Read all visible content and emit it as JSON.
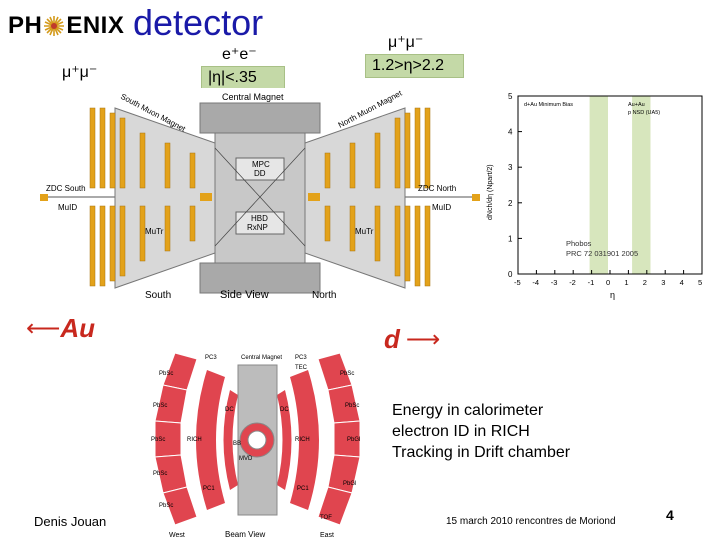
{
  "logo": {
    "left": "PH",
    "right": "ENIX"
  },
  "title": "detector",
  "labels": {
    "mumu_left": "μ⁺μ⁻",
    "ee": "e⁺e⁻",
    "eta_central": "|η|<.35",
    "mumu_right": "μ⁺μ⁻",
    "eta_forward": "1.2>η>2.2"
  },
  "side_view": {
    "south_muon_magnet": "South Muon Magnet",
    "north_muon_magnet": "North Muon Magnet",
    "central_magnet": "Central Magnet",
    "mpc": "MPC",
    "dd": "DD",
    "hbd": "HBD",
    "rxnp": "RxNP",
    "zdc_south": "ZDC South",
    "zdc_north": "ZDC North",
    "muid_left": "MuID",
    "muid_right": "MuID",
    "mutr_left": "MuTr",
    "mutr_right": "MuTr",
    "south": "South",
    "side_view_caption": "Side View",
    "north": "North"
  },
  "beams": {
    "au": "Au",
    "d": "d"
  },
  "plot": {
    "ylabel": "dNch/dη (Npart/2)",
    "xlabel": "η",
    "yticks": [
      "0",
      "1",
      "2",
      "3",
      "4",
      "5"
    ],
    "xticks": [
      "-5",
      "-4",
      "-3",
      "-2",
      "-1",
      "0",
      "1",
      "2",
      "3",
      "4",
      "5"
    ],
    "legend": [
      "d+Au Minimum Bias",
      "Au+Au",
      "p NSD (UA5)"
    ],
    "credit_line1": "Phobos",
    "credit_line2": "PRC 72 031901 2005"
  },
  "beam_view": {
    "central_magnet": "Central Magnet",
    "caption": "Beam View",
    "west": "West",
    "east": "East",
    "left_labels": [
      "PC3",
      "PbSc",
      "PbSc",
      "PbSc",
      "PbSc",
      "PbSc",
      "PC1",
      "RICH",
      "DC"
    ],
    "right_labels": [
      "PC3",
      "TEC",
      "PbSc",
      "PbSc",
      "PbGl",
      "PbGl",
      "DC",
      "RICH",
      "PC1",
      "TOF"
    ],
    "center_labels": [
      "BB",
      "MVD"
    ]
  },
  "notes": [
    "Energy in calorimeter",
    "electron  ID  in RICH",
    "Tracking in Drift chamber"
  ],
  "footer": {
    "author": "Denis Jouan",
    "event": "15 march 2010  rencontres de Moriond",
    "page": "4"
  },
  "colors": {
    "title": "#1a1aa8",
    "beam_red": "#c8281e",
    "green_box": "#c4d9a7",
    "detector_grey": "#a9a9a9",
    "detector_orange": "#e3a21a",
    "beamview_red": "#e0454f"
  }
}
